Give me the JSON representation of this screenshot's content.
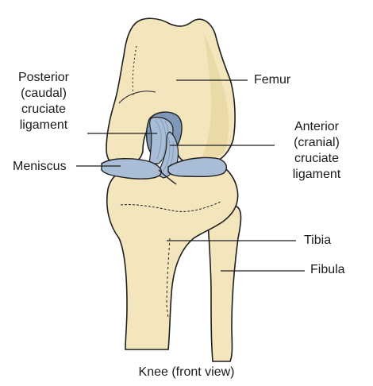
{
  "labels": {
    "femur": "Femur",
    "posterior_line1": "Posterior",
    "posterior_line2": "(caudal)",
    "posterior_line3": "cruciate",
    "posterior_line4": "ligament",
    "anterior_line1": "Anterior",
    "anterior_line2": "(cranial)",
    "anterior_line3": "cruciate",
    "anterior_line4": "ligament",
    "meniscus": "Meniscus",
    "tibia": "Tibia",
    "fibula": "Fibula",
    "caption": "Knee (front view)"
  },
  "colors": {
    "bone": "#f3e6bd",
    "bone_shadow": "#e6d49f",
    "ligament": "#a9bdd6",
    "ligament_dark": "#7f98b8",
    "outline": "#1f1f1f"
  }
}
